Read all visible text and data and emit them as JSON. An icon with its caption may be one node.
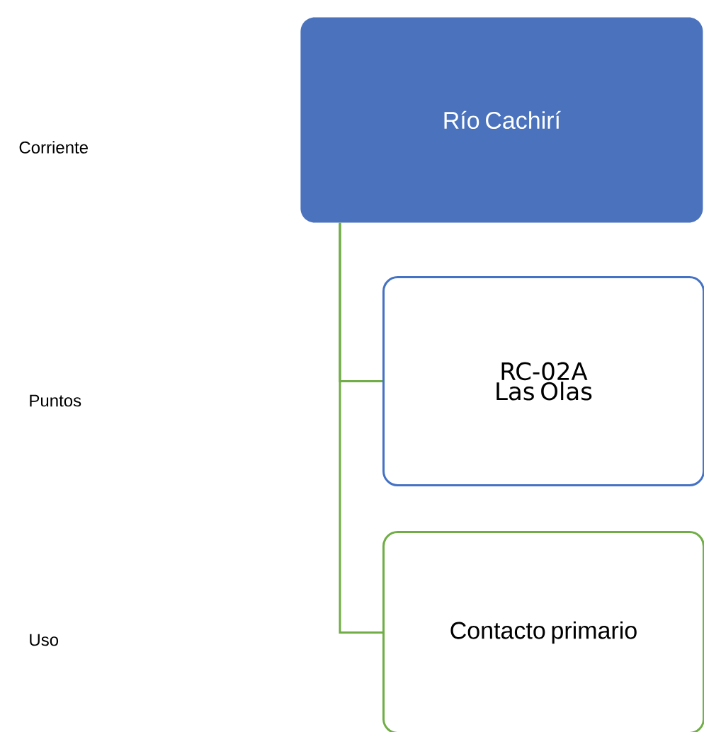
{
  "diagram": {
    "nodes": [
      {
        "text": [
          "Río Cachirí"
        ]
      },
      {
        "text": [
          "RC-02A Las Olas"
        ]
      },
      {
        "text": [
          "Contacto primario"
        ]
      }
    ],
    "edges": [
      {
        "from": 0,
        "to": 1,
        "arrow": "none"
      },
      {
        "from": 0,
        "to": 2,
        "arrow": "none"
      }
    ],
    "labels": [
      "Corriente",
      "Puntos",
      "Uso"
    ]
  }
}
